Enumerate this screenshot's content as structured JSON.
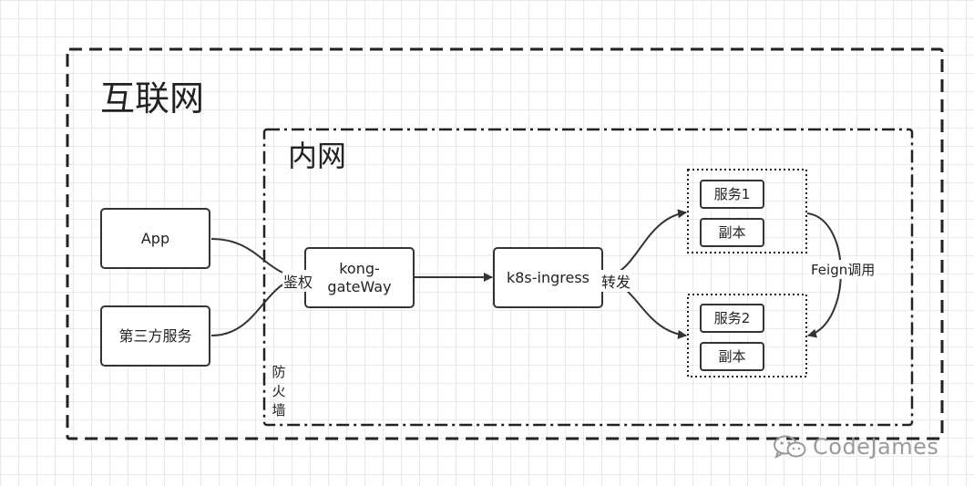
{
  "zones": {
    "internet_label": "互联网",
    "intranet_label": "内网"
  },
  "nodes": {
    "app": "App",
    "third_party": "第三方服务",
    "kong": "kong-\ngateWay",
    "ingress": "k8s-ingress",
    "service1": "服务1",
    "replica1": "副本",
    "service2": "服务2",
    "replica2": "副本"
  },
  "edge_labels": {
    "auth": "鉴权",
    "forward": "转发",
    "feign": "Feign调用"
  },
  "firewall": {
    "chars": [
      "防",
      "火",
      "墙"
    ]
  },
  "watermark": {
    "icon": "wechat-icon",
    "text": "CodeJames"
  }
}
